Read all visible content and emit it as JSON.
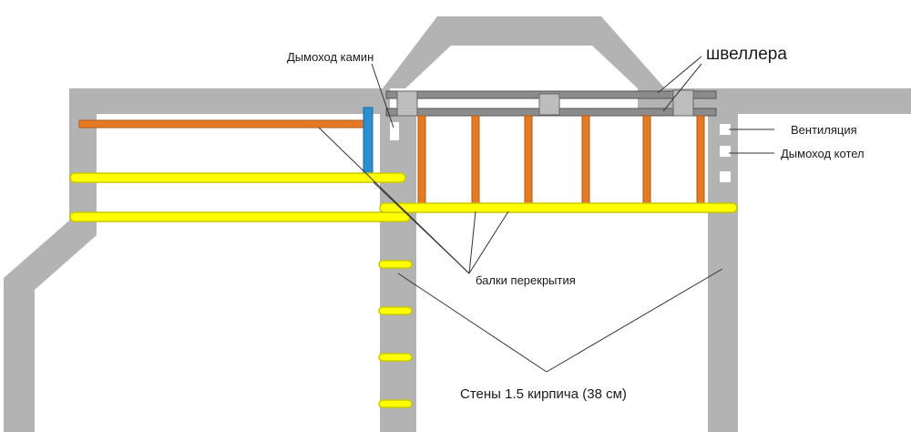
{
  "labels": {
    "chimney_fireplace": "Дымоход камин",
    "channels": "швеллера",
    "ventilation": "Вентиляция",
    "chimney_boiler": "Дымоход котел",
    "floor_beams": "балки перекрытия",
    "walls": "Стены 1.5 кирпича (38 см)"
  },
  "colors": {
    "wall": "#b3b3b3",
    "beam": "#ffff00",
    "rafter": "#e57a24",
    "pipe": "#2a8fd1",
    "channel": "#8c8c8c"
  }
}
